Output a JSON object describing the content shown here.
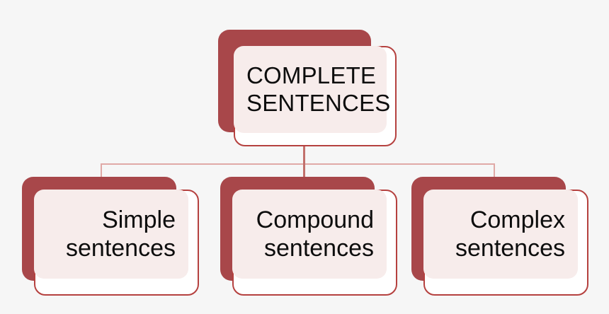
{
  "diagram": {
    "type": "hierarchy",
    "background_color": "#f6f6f6",
    "accent_color": "#b5413f",
    "shadow_color": "#a8474a",
    "panel_color": "#f7eceb",
    "connector_color": "#c2706c",
    "root": {
      "label": "COMPLETE\nSENTENCES"
    },
    "children": [
      {
        "label": "Simple\nsentences"
      },
      {
        "label": "Compound\nsentences"
      },
      {
        "label": "Complex\nsentences"
      }
    ]
  }
}
